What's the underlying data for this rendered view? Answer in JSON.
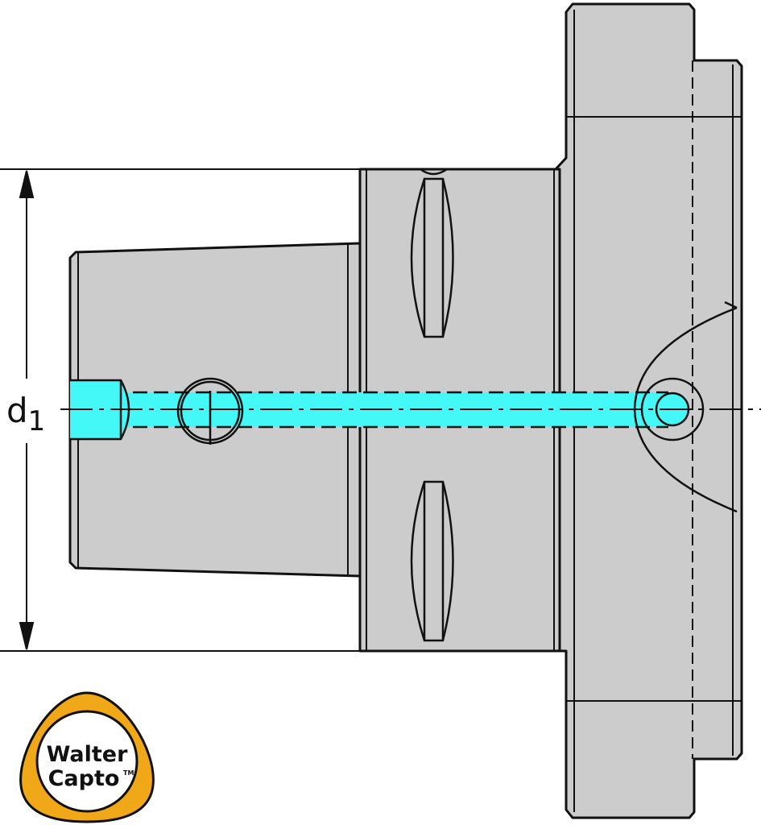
{
  "dimension": {
    "label": "d",
    "subscript": "1"
  },
  "logo": {
    "line1": "Walter",
    "line2": "Capto",
    "trademark": "TM"
  },
  "colors": {
    "body": "#cccccc",
    "coolant": "#44f8f8",
    "outline": "#111111",
    "logo_ring": "#f0a818"
  }
}
